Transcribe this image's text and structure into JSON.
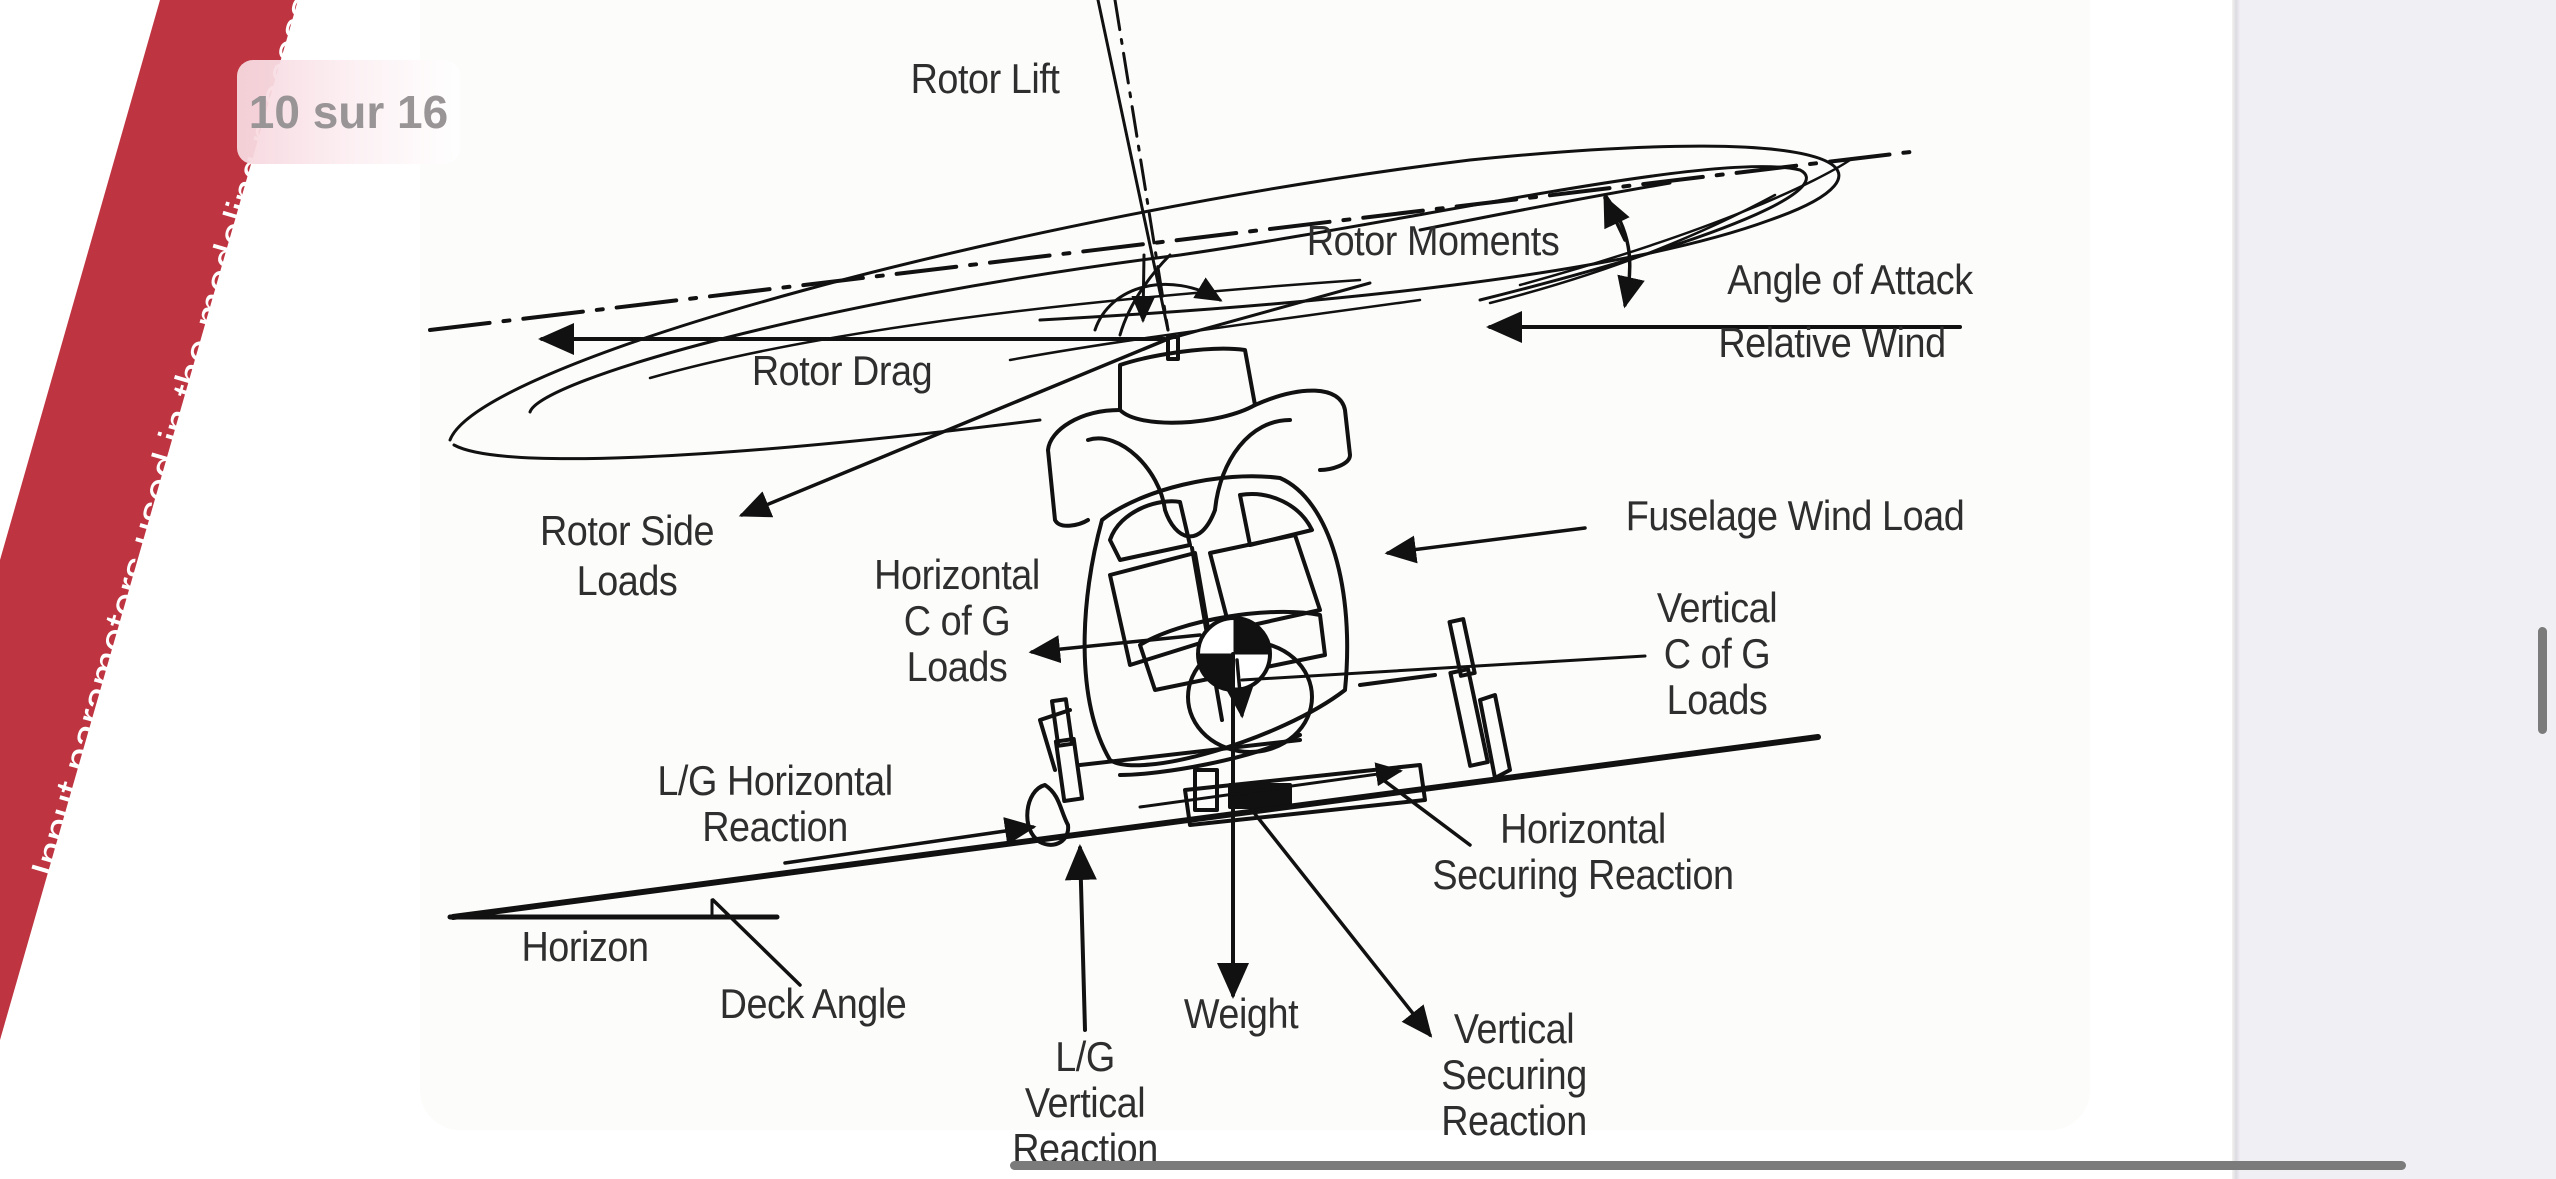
{
  "viewer": {
    "page_indicator": "10 sur 16",
    "current_page": 10,
    "total_pages": 16
  },
  "banner": {
    "text": "Input parameters used in the modeling process",
    "color": "#be3441"
  },
  "figure": {
    "type": "helicopter force diagram",
    "labels": {
      "rotor_lift": "Rotor Lift",
      "rotor_moments": "Rotor Moments",
      "angle_of_attack": "Angle of Attack",
      "relative_wind": "Relative Wind",
      "rotor_drag": "Rotor Drag",
      "fuselage_wind_load": "Fuselage Wind Load",
      "rotor_side_loads": [
        "Rotor Side",
        "Loads"
      ],
      "horizontal_cog_loads": [
        "Horizontal",
        "C of G",
        "Loads"
      ],
      "vertical_cog_loads": [
        "Vertical",
        "C of G",
        "Loads"
      ],
      "lg_horizontal_reaction": [
        "L/G Horizontal",
        "Reaction"
      ],
      "horizontal_securing_reaction": [
        "Horizontal",
        "Securing Reaction"
      ],
      "horizon": "Horizon",
      "deck_angle": "Deck Angle",
      "weight": "Weight",
      "lg_vertical_reaction": [
        "L/G",
        "Vertical",
        "Reaction"
      ],
      "vertical_securing_reaction": [
        "Vertical",
        "Securing",
        "Reaction"
      ]
    }
  },
  "scrollbars": {
    "vertical": "scroll-thumb",
    "horizontal": "scroll-thumb"
  }
}
